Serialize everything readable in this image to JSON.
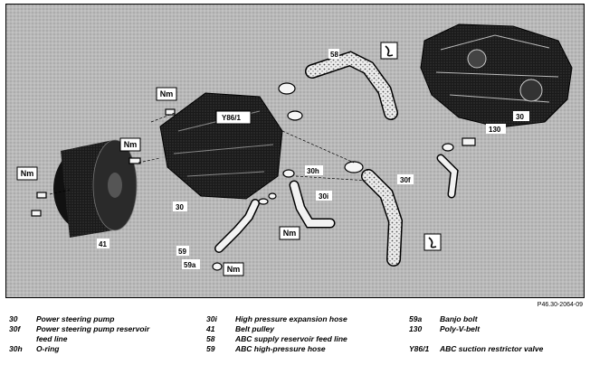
{
  "diagram": {
    "reference_code": "P46.30-2064-09",
    "callouts": {
      "c30_top": "30",
      "c30_left": "30",
      "c30f": "30f",
      "c30h": "30h",
      "c30i": "30i",
      "c41": "41",
      "c58": "58",
      "c59": "59",
      "c59a": "59a",
      "c130": "130",
      "cY86": "Y86/1"
    },
    "torque_tag": "Nm"
  },
  "legend": {
    "items": [
      {
        "num": "30",
        "text": "Power steering pump"
      },
      {
        "num": "30f",
        "text": "Power steering pump reservoir"
      },
      {
        "num": "",
        "text": "feed line"
      },
      {
        "num": "30h",
        "text": "O-ring"
      },
      {
        "num": "30i",
        "text": "High pressure expansion hose"
      },
      {
        "num": "41",
        "text": "Belt pulley"
      },
      {
        "num": "58",
        "text": "ABC supply reservoir feed line"
      },
      {
        "num": "59",
        "text": "ABC high-pressure hose"
      },
      {
        "num": "59a",
        "text": "Banjo bolt"
      },
      {
        "num": "130",
        "text": "Poly-V-belt"
      },
      {
        "num": "Y86/1",
        "text": "ABC suction restrictor valve"
      }
    ]
  }
}
